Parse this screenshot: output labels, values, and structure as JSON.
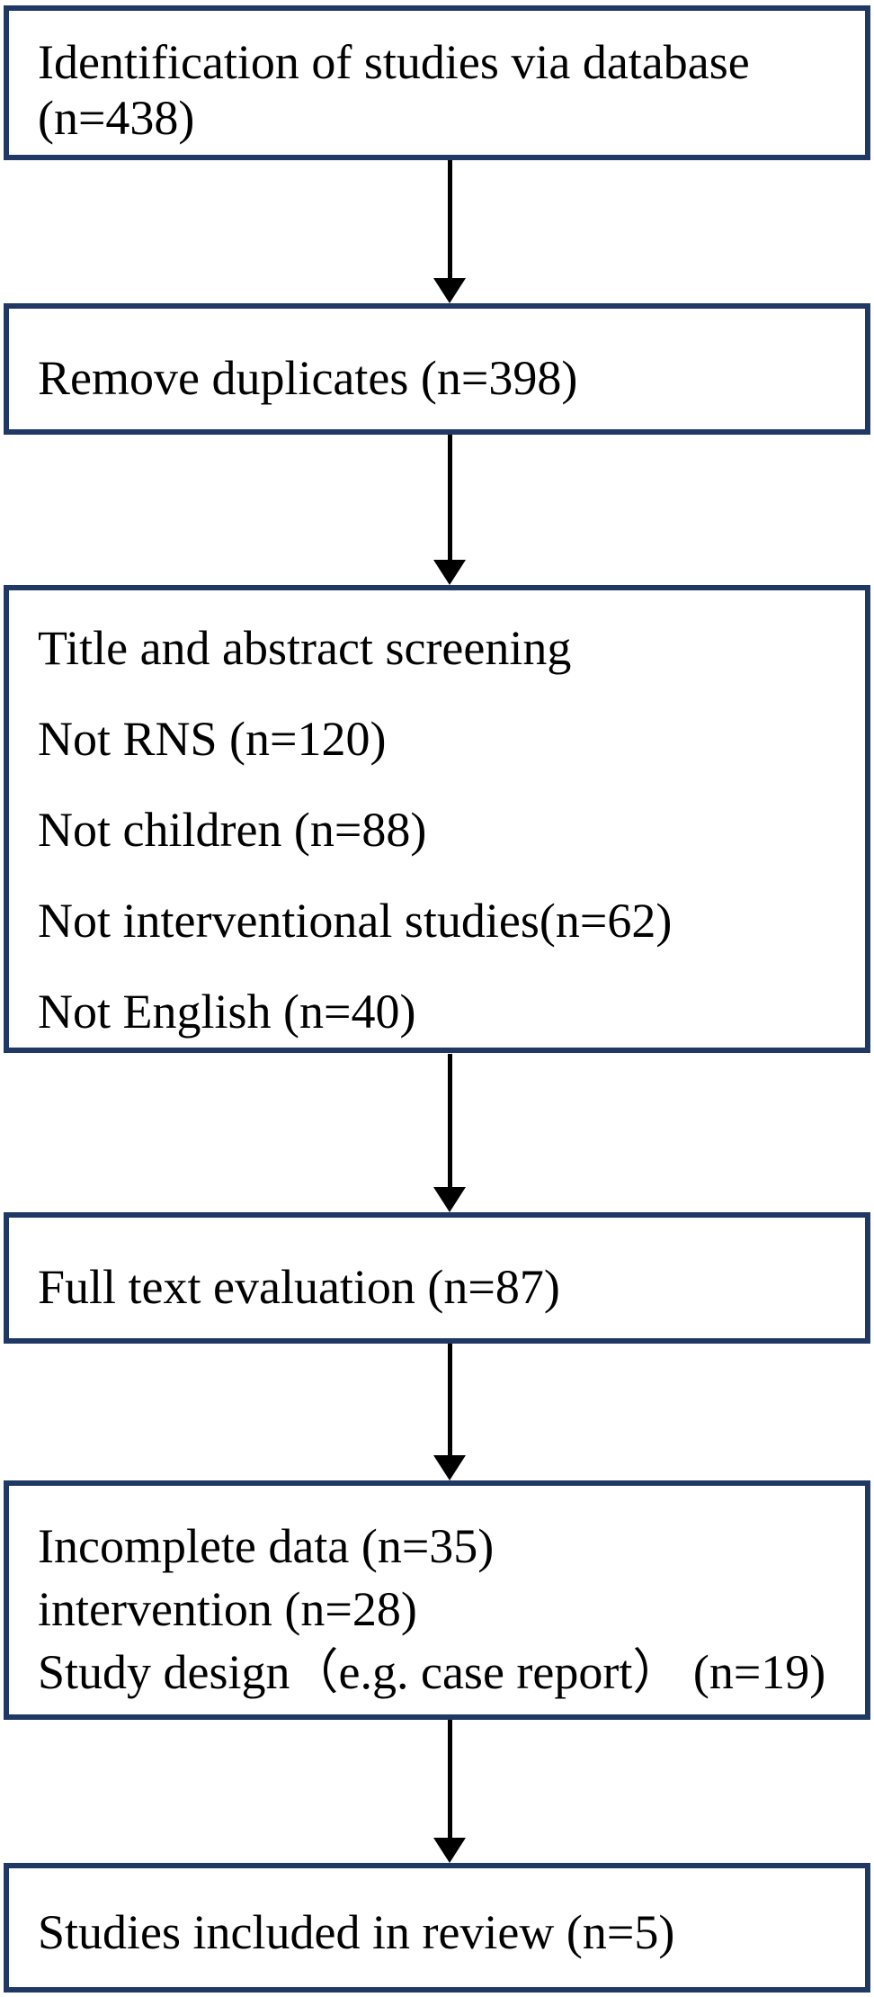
{
  "flowchart": {
    "colors": {
      "box_border": "#1F3864",
      "text": "#000000",
      "arrow": "#000000",
      "background": "#FFFFFF"
    },
    "boxes": [
      {
        "name": "identification",
        "lines": [
          "Identification of studies via database",
          "(n=438)"
        ]
      },
      {
        "name": "remove-duplicates",
        "lines": [
          "Remove duplicates (n=398)"
        ]
      },
      {
        "name": "title-abstract-screening",
        "lines": [
          "Title and abstract screening",
          "Not RNS (n=120)",
          "Not children (n=88)",
          "Not interventional studies(n=62)",
          "Not English (n=40)"
        ]
      },
      {
        "name": "full-text-evaluation",
        "lines": [
          "Full text evaluation (n=87)"
        ]
      },
      {
        "name": "full-text-exclusions",
        "lines": [
          "Incomplete data (n=35)",
          "intervention (n=28)",
          "Study design（e.g. case report） (n=19)"
        ]
      },
      {
        "name": "studies-included",
        "lines": [
          "Studies included in review (n=5)"
        ]
      }
    ]
  }
}
